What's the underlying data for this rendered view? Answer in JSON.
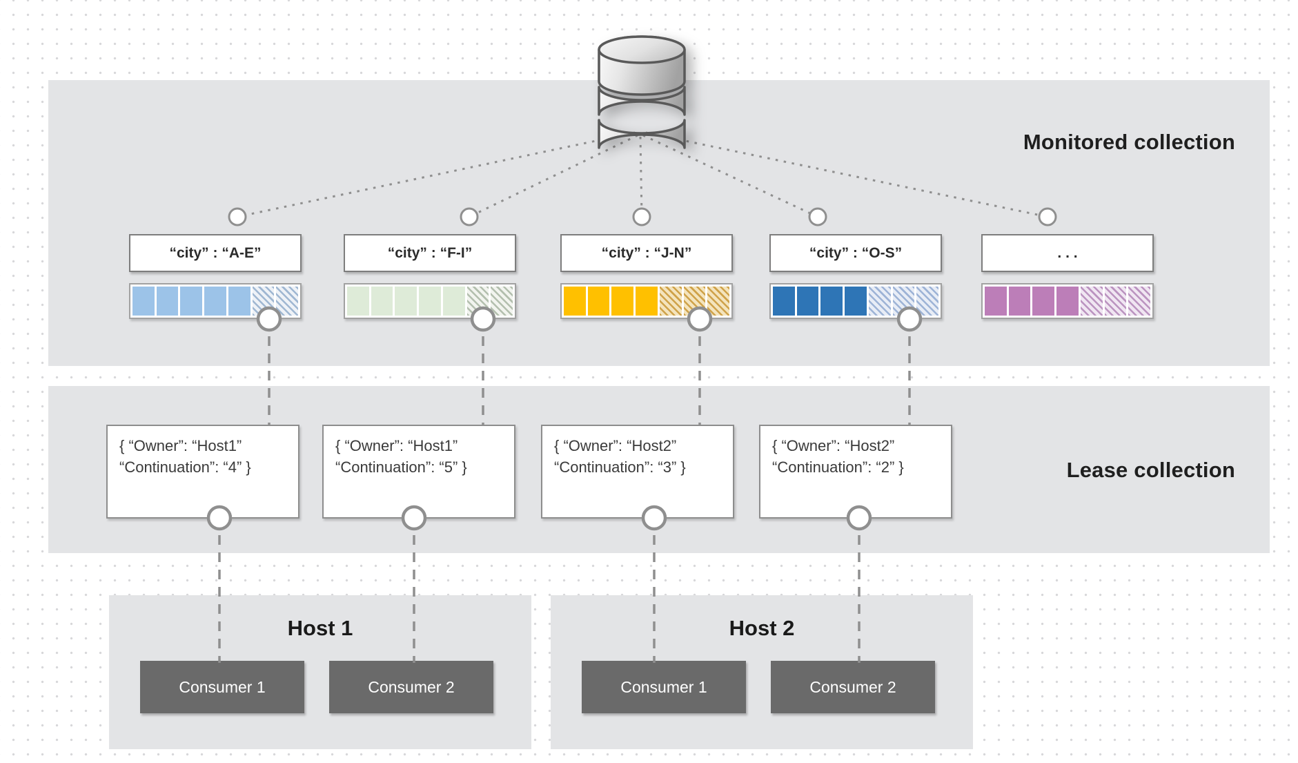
{
  "sections": {
    "monitored_label": "Monitored collection",
    "lease_label": "Lease collection"
  },
  "icons": {
    "database": "database-icon",
    "connector_node": "connector-node-icon"
  },
  "partitions": [
    {
      "label": "“city” : “A-E”",
      "solid_segments": 5,
      "hatched_segments": 2,
      "solid_color": "#9CC3E8",
      "hatch_color": "#9FB7D2",
      "hatch_bg": "#EEF2F7"
    },
    {
      "label": "“city” : “F-I”",
      "solid_segments": 5,
      "hatched_segments": 2,
      "solid_color": "#DEEBD8",
      "hatch_color": "#B3BFAE",
      "hatch_bg": "#F2F4EF"
    },
    {
      "label": "“city” : “J-N”",
      "solid_segments": 4,
      "hatched_segments": 3,
      "solid_color": "#FFC000",
      "hatch_color": "#CFA249",
      "hatch_bg": "#F4E4BD"
    },
    {
      "label": "“city” : “O-S”",
      "solid_segments": 4,
      "hatched_segments": 3,
      "solid_color": "#2E75B6",
      "hatch_color": "#9DB3D6",
      "hatch_bg": "#E8EDF6"
    },
    {
      "label": ". . .",
      "solid_segments": 4,
      "hatched_segments": 3,
      "solid_color": "#BC7EB8",
      "hatch_color": "#BB93C0",
      "hatch_bg": "#F0E6F2"
    }
  ],
  "leases": [
    {
      "line1": "{ “Owner”: “Host1”",
      "line2": "“Continuation”: “4” }"
    },
    {
      "line1": "{ “Owner”: “Host1”",
      "line2": "“Continuation”: “5” }"
    },
    {
      "line1": "{ “Owner”: “Host2”",
      "line2": "“Continuation”: “3” }"
    },
    {
      "line1": "{ “Owner”: “Host2”",
      "line2": "“Continuation”: “2” }"
    }
  ],
  "hosts": [
    {
      "title": "Host 1",
      "consumers": [
        "Consumer 1",
        "Consumer 2"
      ]
    },
    {
      "title": "Host 2",
      "consumers": [
        "Consumer 1",
        "Consumer 2"
      ]
    }
  ],
  "colors": {
    "band": "#E3E4E6",
    "consumer_box": "#6A6A6A",
    "connector": "#8F8F8F"
  }
}
